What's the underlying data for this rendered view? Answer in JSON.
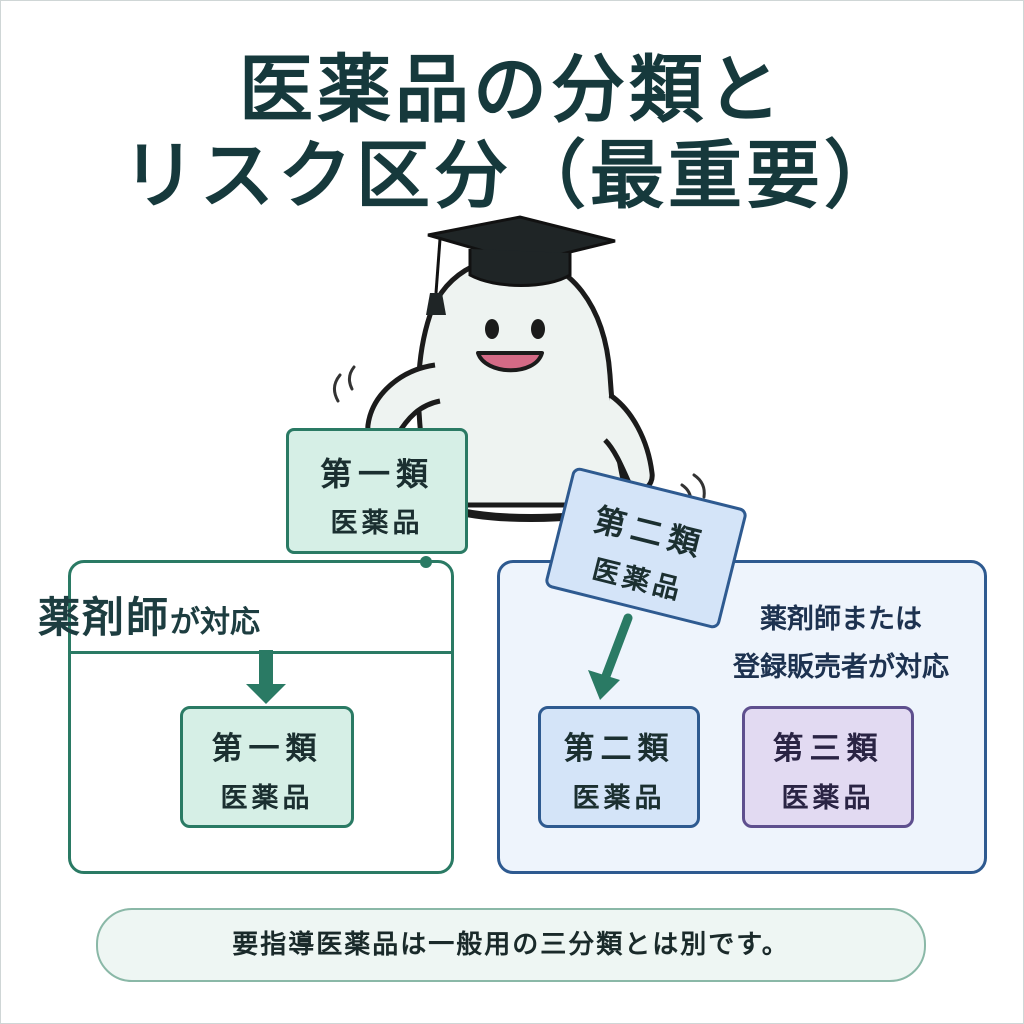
{
  "title": {
    "line1": "医薬品の分類と",
    "line2": "リスク区分（最重要）"
  },
  "signs": {
    "first": {
      "line1": "第一類",
      "line2": "医薬品"
    },
    "second": {
      "line1": "第二類",
      "line2": "医薬品"
    }
  },
  "panel_left": {
    "label_big": "薬剤師",
    "label_small": "が対応",
    "card": {
      "line1": "第一類",
      "line2": "医薬品"
    }
  },
  "panel_right": {
    "label_line1": "薬剤師または",
    "label_line2": "登録販売者が対応",
    "card_second": {
      "line1": "第二類",
      "line2": "医薬品"
    },
    "card_third": {
      "line1": "第三類",
      "line2": "医薬品"
    }
  },
  "note": "要指導医薬品は一般用の三分類とは別です。",
  "colors": {
    "green_border": "#2a7a64",
    "green_fill": "#d6efe6",
    "blue_border": "#2e5a90",
    "blue_fill": "#d4e4f8",
    "purple_border": "#5e4f8e",
    "purple_fill": "#e2daf2",
    "title": "#16393c"
  }
}
